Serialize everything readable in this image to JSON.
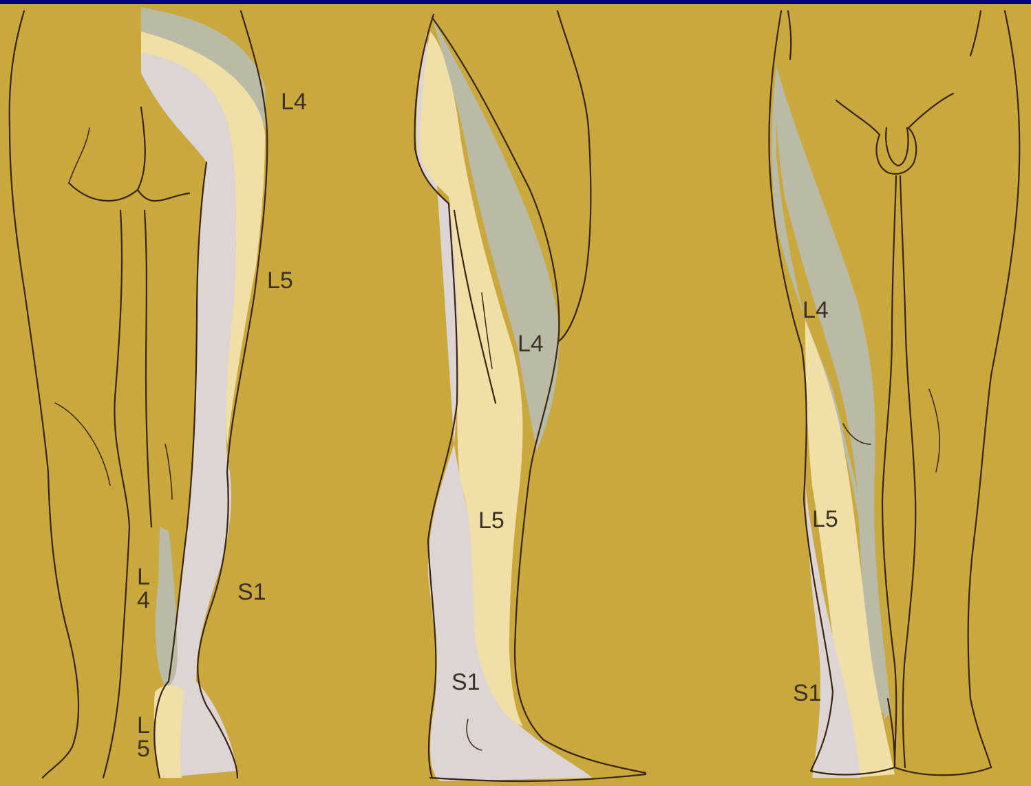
{
  "colors": {
    "frame": "#000080",
    "background": "#c9a83e",
    "dermatome_L4": "#b9bba6",
    "dermatome_L5": "#f0e0a8",
    "dermatome_S1": "#ddd4d4"
  },
  "posterior_view": {
    "label_L4": "L4",
    "label_L5": "L5",
    "label_S1": "S1",
    "heel_label_L4": [
      "L",
      "4"
    ],
    "heel_label_L5": [
      "L",
      "5"
    ]
  },
  "lateral_view": {
    "label_L4": "L4",
    "label_L5": "L5",
    "label_S1": "S1"
  },
  "anterior_view": {
    "label_L4": "L4",
    "label_L5": "L5",
    "label_S1": "S1"
  }
}
